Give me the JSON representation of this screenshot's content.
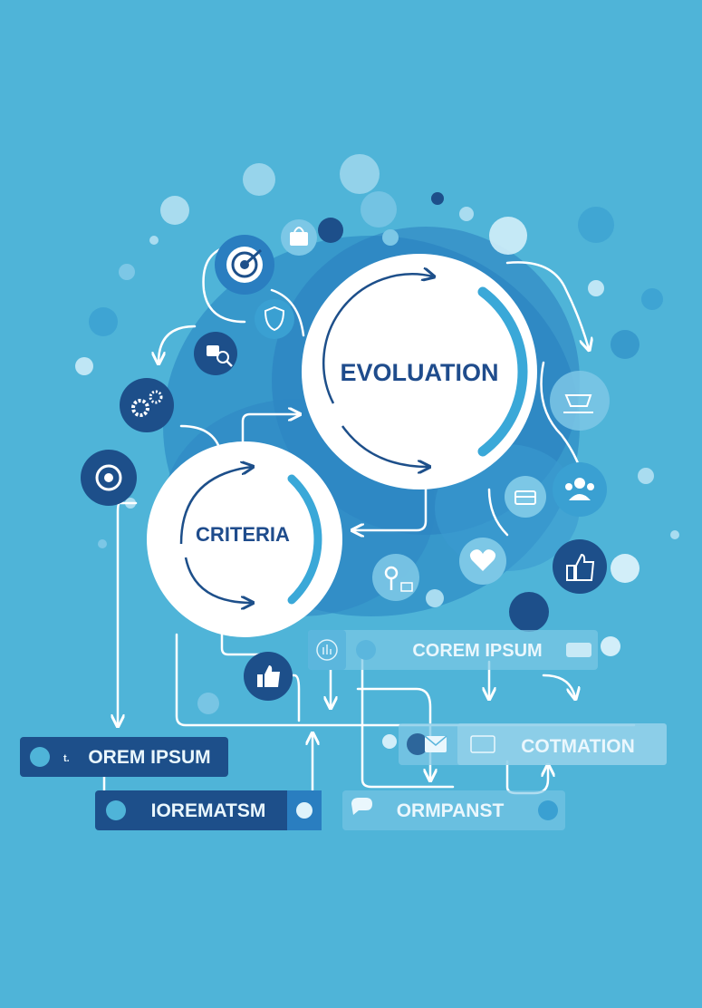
{
  "main_circle": {
    "label": "EVOLUATION"
  },
  "secondary_circle": {
    "label": "CRITERIA"
  },
  "labels": {
    "corem_ipsum": "COREM IPSUM",
    "cotmation": "COTMATION",
    "orem_ipsum": "OREM IPSUM",
    "orem_prefix": "t.",
    "ioremathsm": "IOREMATSM",
    "ormpanst": "ORMPANST"
  },
  "icons": [
    "target-icon",
    "bag-icon",
    "shield-icon",
    "search-icon",
    "gears-icon",
    "badge-icon",
    "cart-icon",
    "people-icon",
    "briefcase-icon",
    "heart-icon",
    "like-icon",
    "key-icon",
    "thumbs-up-icon",
    "chat-icon",
    "mail-icon",
    "chart-icon"
  ],
  "colors": {
    "background": "#4fb4d8",
    "deep_blue": "#1d5fa0",
    "navy": "#1a4a8c",
    "circle_fill": "#ffffff",
    "accent_arc": "#3aa8d8",
    "text_light": "#eaf7fd"
  }
}
